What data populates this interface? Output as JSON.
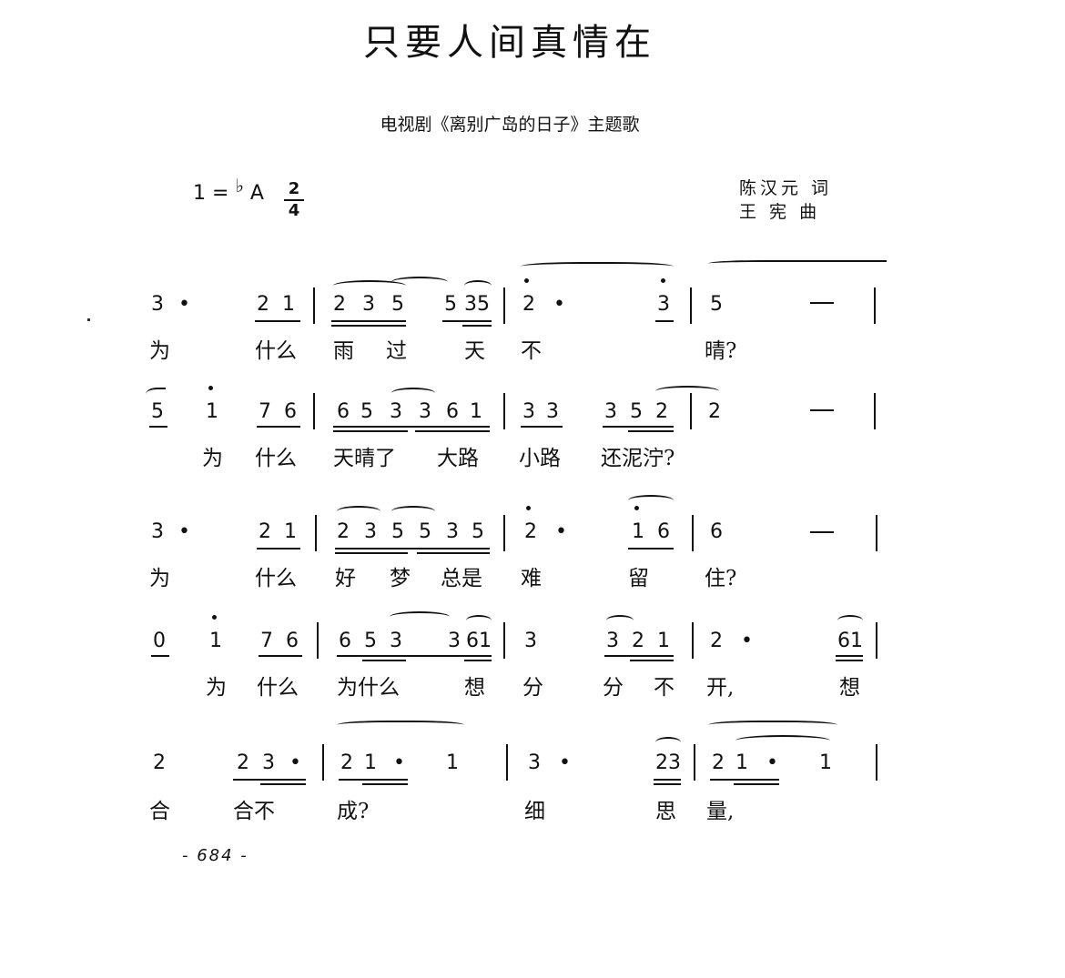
{
  "header": {
    "title": "只要人间真情在",
    "subtitle": "电视剧《离别广岛的日子》主题歌",
    "key_prefix": "1 =",
    "key_flat": "♭",
    "key_note": "A",
    "time_top": "2",
    "time_bottom": "4",
    "lyricist": "陈汉元 词",
    "composer": "王 宪 曲"
  },
  "lines": [
    {
      "notes": [
        "3",
        "•",
        "2",
        "1",
        "2",
        "3",
        "5",
        "5",
        "3",
        "5",
        "2",
        "•",
        "3",
        "5",
        "—"
      ],
      "lyrics": [
        "为",
        "什么",
        "雨",
        "过",
        "天",
        "不",
        "晴?"
      ]
    },
    {
      "notes": [
        "5",
        "1",
        "7",
        "6",
        "6",
        "5",
        "3",
        "3",
        "6",
        "1",
        "3",
        "3",
        "3",
        "5",
        "2",
        "2",
        "—"
      ],
      "lyrics": [
        "为",
        "什么",
        "天晴了",
        "大路",
        "小路",
        "还泥泞?"
      ]
    },
    {
      "notes": [
        "3",
        "•",
        "2",
        "1",
        "2",
        "3",
        "5",
        "5",
        "3",
        "5",
        "2",
        "•",
        "1",
        "6",
        "6",
        "—"
      ],
      "lyrics": [
        "为",
        "什么",
        "好",
        "梦",
        "总是",
        "难",
        "留",
        "住?"
      ]
    },
    {
      "notes": [
        "0",
        "1",
        "7",
        "6",
        "6",
        "5",
        "3",
        "3",
        "6",
        "1",
        "3",
        "3",
        "2",
        "1",
        "2",
        "•",
        "6",
        "1"
      ],
      "lyrics": [
        "为",
        "什么",
        "为什么",
        "想",
        "分",
        "分",
        "不",
        "开,",
        "想"
      ]
    },
    {
      "notes": [
        "2",
        "2",
        "3",
        "•",
        "2",
        "1",
        "•",
        "1",
        "3",
        "•",
        "2",
        "3",
        "2",
        "1",
        "•",
        "1"
      ],
      "lyrics": [
        "合",
        "合不",
        "成?",
        "细",
        "思",
        "量,"
      ]
    }
  ],
  "footer": {
    "page_number": "- 684 -"
  }
}
